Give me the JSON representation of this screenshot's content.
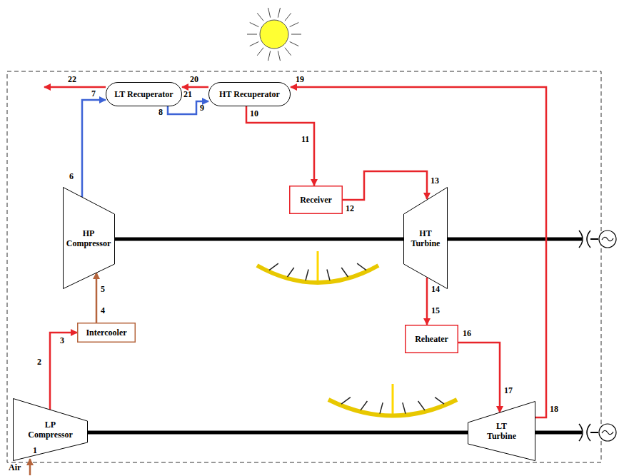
{
  "diagram": {
    "nodes": [
      {
        "text": [
          "LT Recuperator"
        ]
      },
      {
        "text": [
          "HT Recuperator"
        ]
      },
      {
        "text": [
          "HP Compressor"
        ]
      },
      {
        "text": [
          "Receiver"
        ]
      },
      {
        "text": [
          "HT Turbine"
        ]
      },
      {
        "text": [
          "Intercooler"
        ]
      },
      {
        "text": [
          "Reheater"
        ]
      },
      {
        "text": [
          "LP Compressor"
        ]
      },
      {
        "text": [
          "LT Turbine"
        ]
      }
    ],
    "edges": [
      {
        "from": 2,
        "to": 0,
        "arrow": "to"
      },
      {
        "from": 0,
        "to": 1,
        "arrow": "to"
      },
      {
        "from": 1,
        "to": 3,
        "arrow": "to"
      },
      {
        "from": 3,
        "to": 4,
        "arrow": "to"
      },
      {
        "from": 4,
        "to": 6,
        "arrow": "to"
      },
      {
        "from": 6,
        "to": 8,
        "arrow": "to"
      },
      {
        "from": 8,
        "to": 1,
        "arrow": "to"
      },
      {
        "from": 1,
        "to": 0,
        "arrow": "to"
      },
      {
        "from": 7,
        "to": 5,
        "arrow": "to"
      },
      {
        "from": 5,
        "to": 2,
        "arrow": "to"
      }
    ],
    "labels": [
      "22",
      "20",
      "19",
      "7",
      "21",
      "9",
      "8",
      "10",
      "11",
      "12",
      "13",
      "6",
      "14",
      "15",
      "5",
      "4",
      "3",
      "2",
      "16",
      "17",
      "18",
      "1",
      "Air"
    ]
  }
}
